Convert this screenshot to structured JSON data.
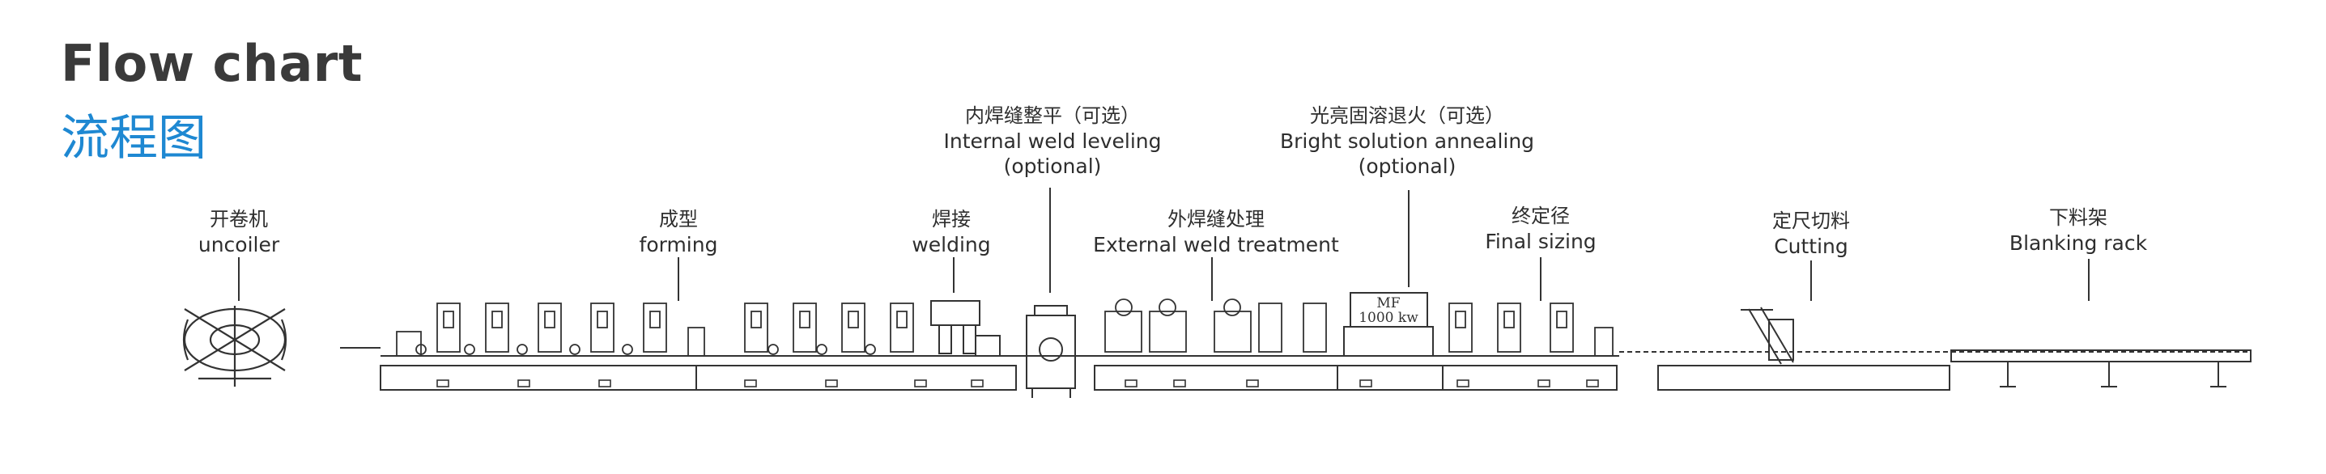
{
  "title": {
    "en": "Flow chart",
    "zh": "流程图"
  },
  "stations": [
    {
      "id": "uncoiler",
      "zh": "开卷机",
      "en": "uncoiler"
    },
    {
      "id": "forming",
      "zh": "成型",
      "en": "forming"
    },
    {
      "id": "welding",
      "zh": "焊接",
      "en": "welding"
    },
    {
      "id": "internal",
      "zh": "内焊缝整平（可选）",
      "en": "Internal weld leveling",
      "en2": "(optional)"
    },
    {
      "id": "external",
      "zh": "外焊缝处理",
      "en": "External weld treatment"
    },
    {
      "id": "annealing",
      "zh": "光亮固溶退火（可选）",
      "en": "Bright solution annealing",
      "en2": "(optional)"
    },
    {
      "id": "sizing",
      "zh": "终定径",
      "en": "Final sizing"
    },
    {
      "id": "cutting",
      "zh": "定尺切料",
      "en": "Cutting"
    },
    {
      "id": "rack",
      "zh": "下料架",
      "en": "Blanking rack"
    }
  ],
  "annealer_plate": {
    "line1": "MF",
    "line2": "1000 kw"
  },
  "colors": {
    "accent": "#1e88d2",
    "line": "#333333"
  }
}
